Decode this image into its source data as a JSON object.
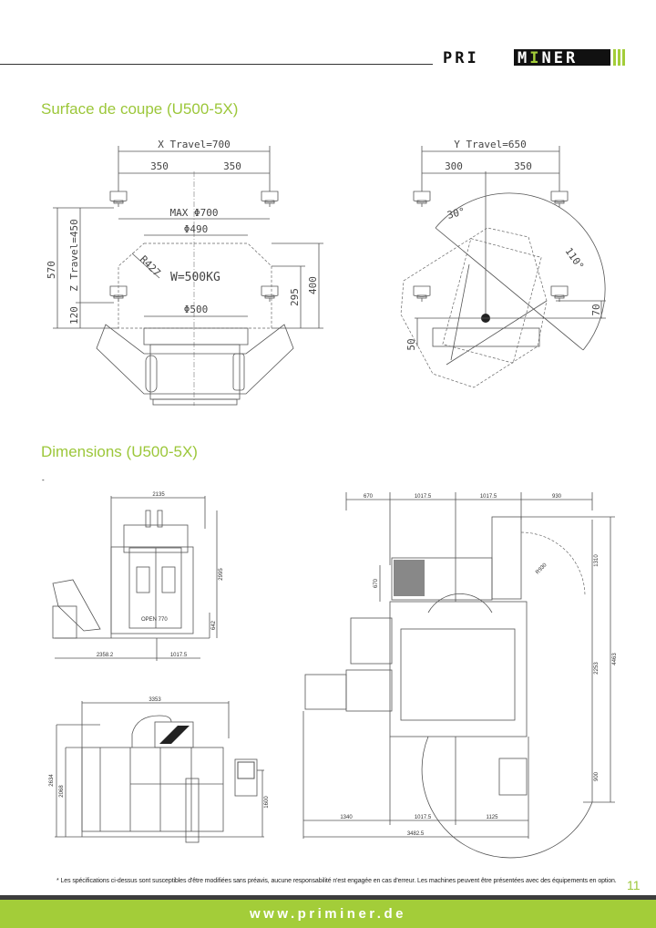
{
  "header": {
    "logo_text": "PRIMINER"
  },
  "section1": {
    "title": "Surface de coupe (U500-5X)",
    "left": {
      "x_travel": "X Travel=700",
      "half_left": "350",
      "half_right": "350",
      "max_dia": "MAX Φ700",
      "dia490": "Φ490",
      "radius": "R427",
      "weight": "W=500KG",
      "dia500": "Φ500",
      "z_travel": "Z Travel=450",
      "h570": "570",
      "h120": "120",
      "h295": "295",
      "h400": "400"
    },
    "right": {
      "y_travel": "Y Travel=650",
      "left": "300",
      "right": "350",
      "angle30": "30°",
      "angle110": "110°",
      "h70": "70",
      "h50": "50"
    }
  },
  "section2": {
    "title": "Dimensions (U500-5X)",
    "dash": "-",
    "front": {
      "width": "2135",
      "height": "2995",
      "open": "OPEN 770",
      "h642": "642",
      "left": "2358.2",
      "right": "1017.5"
    },
    "side": {
      "width": "3353",
      "h2634": "2634",
      "h2068": "2068",
      "h1600": "1600"
    },
    "plan": {
      "top": [
        "670",
        "1017.5",
        "1017.5",
        "930"
      ],
      "r930": "R930",
      "h1310": "1310",
      "h670": "670",
      "h4463": "4463",
      "h2253": "2253",
      "h900": "900",
      "bottom": [
        "1340",
        "1017.5",
        "1125"
      ],
      "total": "3482.5"
    }
  },
  "footer": {
    "note": "* Les spécifications ci-dessus sont susceptibles d'être modifiées sans préavis, aucune responsabilité n'est engagée en cas d'erreur. Les machines peuvent être présentées avec des équipements en option.",
    "page_number": "11",
    "url": "www.priminer.de"
  },
  "colors": {
    "accent": "#a3cd39",
    "dark": "#3d3d3d"
  }
}
